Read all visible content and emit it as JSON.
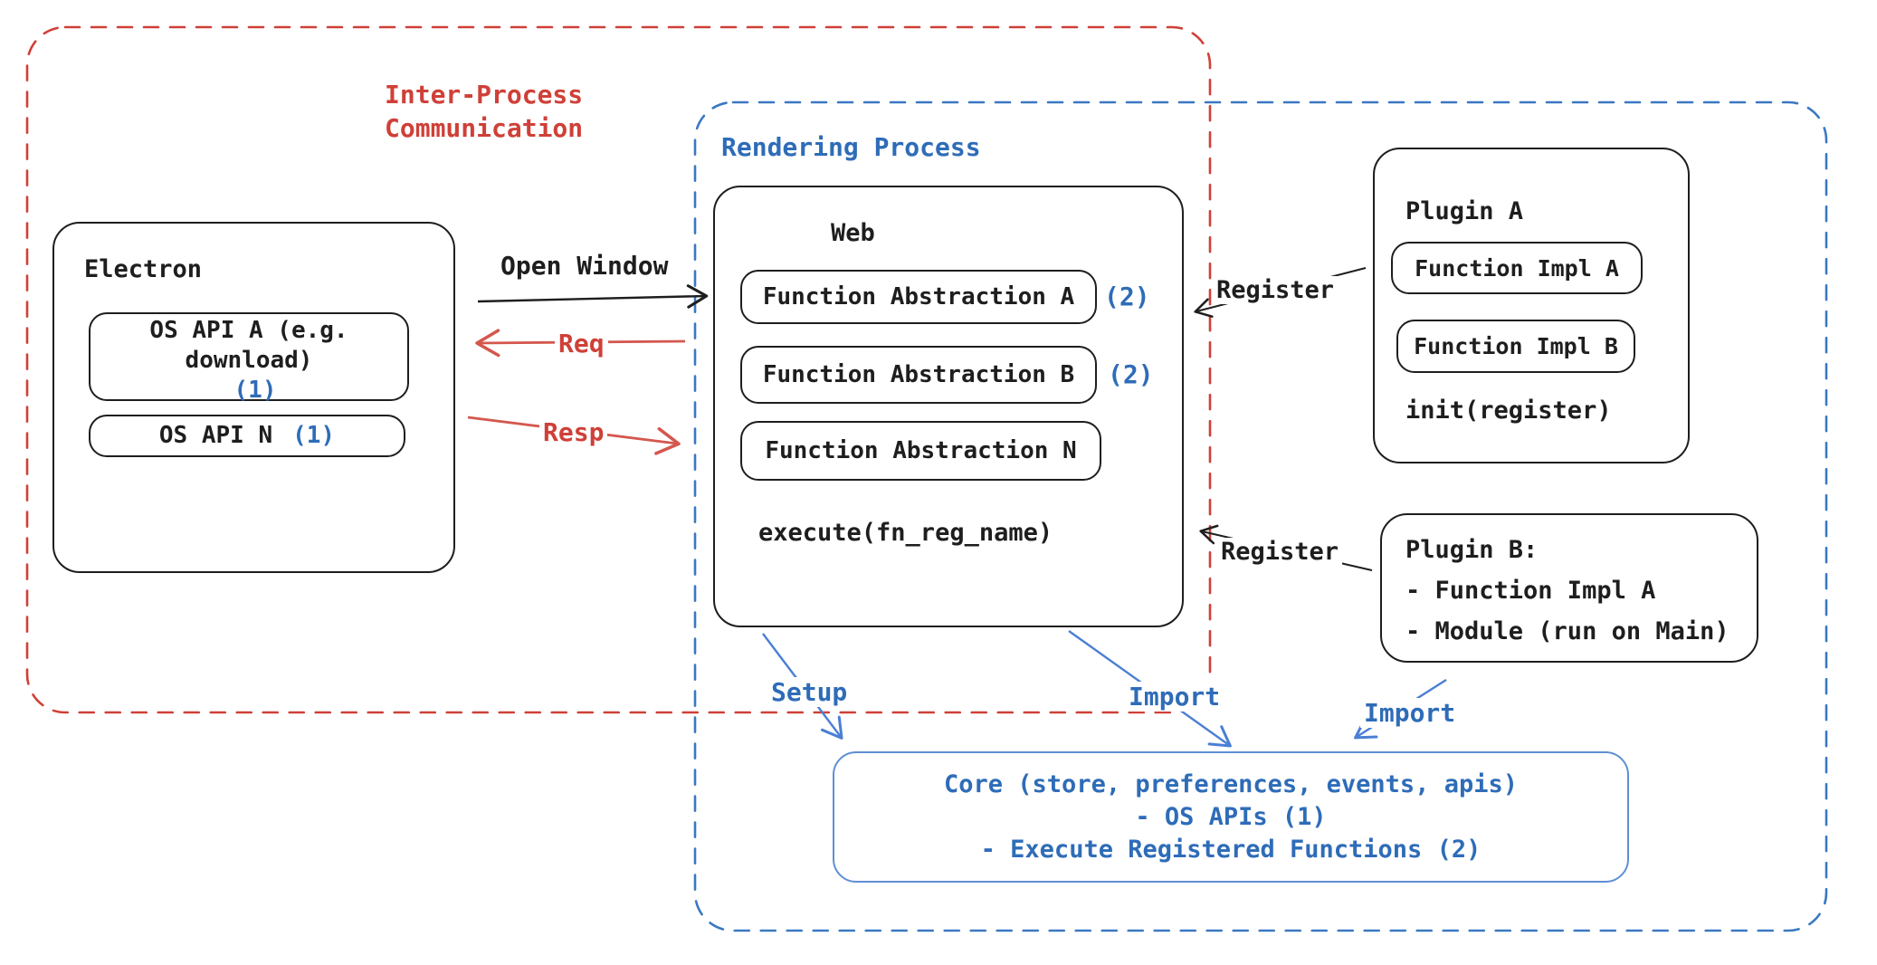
{
  "regions": {
    "ipc": {
      "label_line1": "Inter-Process",
      "label_line2": "Communication",
      "color": "#cf4038"
    },
    "rendering": {
      "label": "Rendering Process",
      "color": "#2e6cb8"
    }
  },
  "electron": {
    "title": "Electron",
    "os_api_a": {
      "label": "OS API A (e.g. download)",
      "badge": "(1)"
    },
    "os_api_n": {
      "label": "OS API N",
      "badge": "(1)"
    }
  },
  "web": {
    "title": "Web",
    "fa_a": {
      "label": "Function Abstraction A",
      "badge": "(2)"
    },
    "fa_b": {
      "label": "Function Abstraction B",
      "badge": "(2)"
    },
    "fa_n": {
      "label": "Function Abstraction N"
    },
    "execute": "execute(fn_reg_name)"
  },
  "plugin_a": {
    "title": "Plugin A",
    "impl_a": "Function Impl A",
    "impl_b": "Function Impl B",
    "init": "init(register)"
  },
  "plugin_b": {
    "title": "Plugin B:",
    "item1": "- Function Impl A",
    "item2": "- Module (run on Main)"
  },
  "core": {
    "line1": "Core (store, preferences, events, apis)",
    "line2": "- OS APIs (1)",
    "line3": "- Execute Registered Functions (2)",
    "border_color": "#5f8fd4",
    "text_color": "#2e6cb8"
  },
  "connectors": {
    "open_window": "Open Window",
    "req": "Req",
    "resp": "Resp",
    "register_top": "Register",
    "register_bottom": "Register",
    "setup": "Setup",
    "import_web": "Import",
    "import_plugin": "Import"
  },
  "colors": {
    "text_black": "#1e1e1e",
    "accent_red": "#cf4038",
    "accent_blue": "#2e6cb8",
    "dashed_blue_border": "#3b78c2",
    "arrow_blue": "#4a7fd4",
    "arrow_red": "#d4574e"
  }
}
